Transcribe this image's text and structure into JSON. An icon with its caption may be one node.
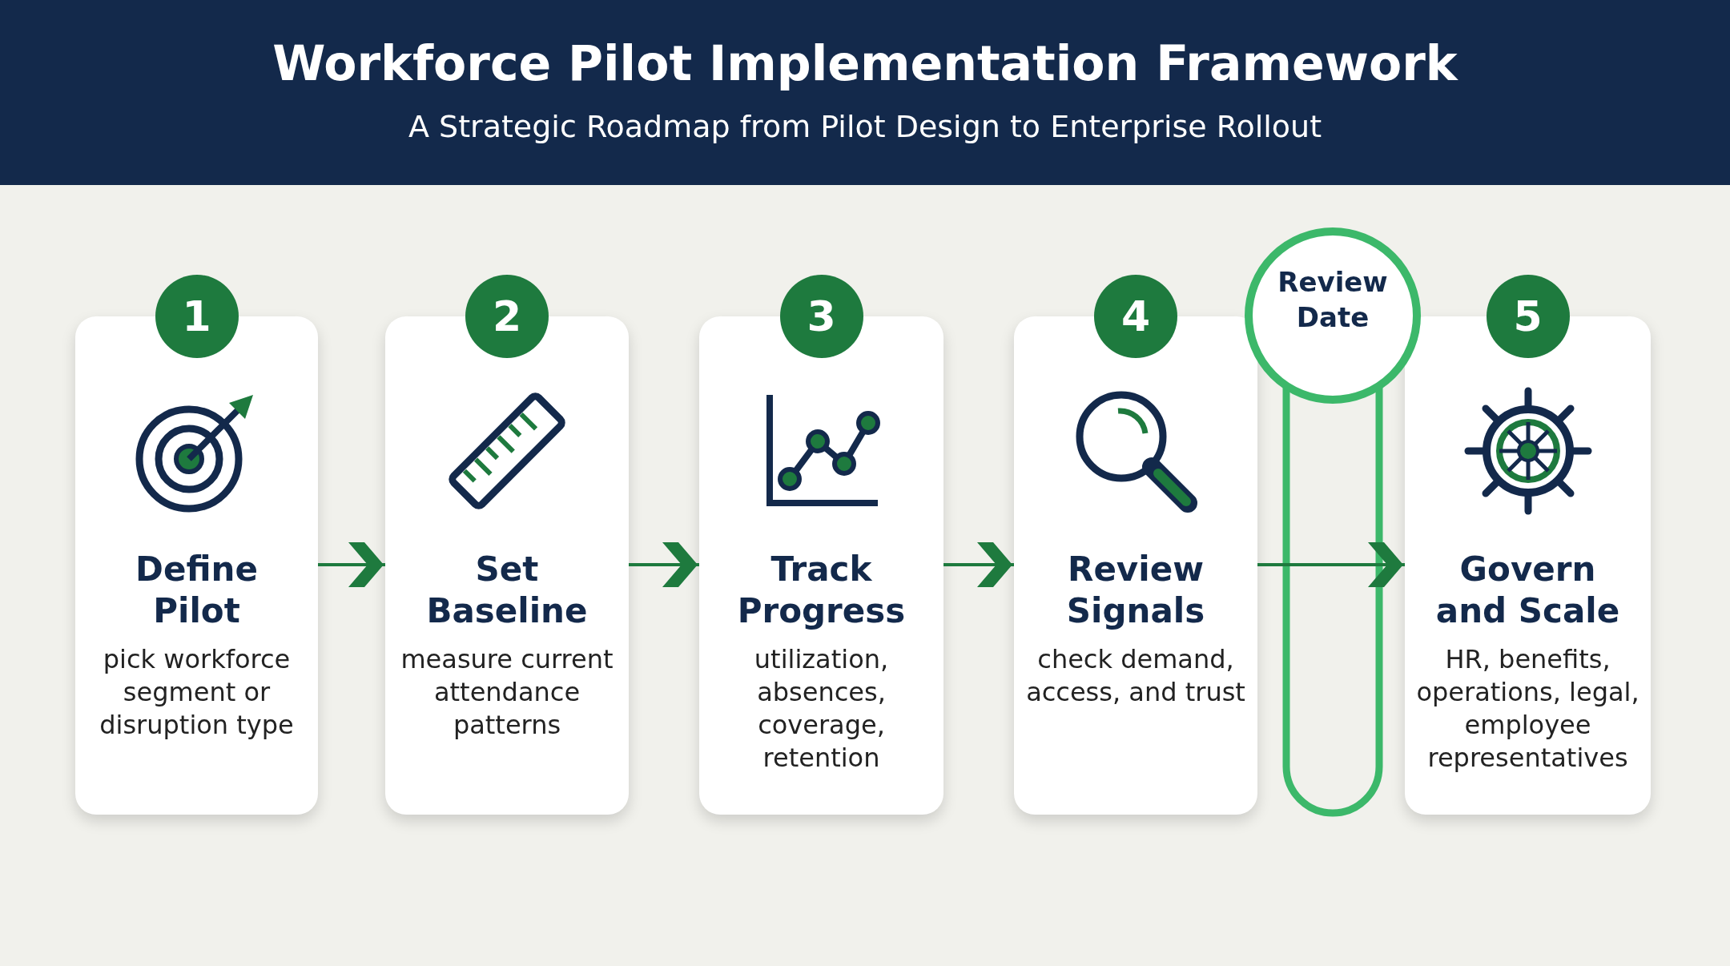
{
  "diagram": {
    "title": "Workforce Pilot Implementation Framework",
    "caption": "A Strategic Roadmap from Pilot Design to Enterprise Rollout",
    "nodes": [
      {
        "text": [
          "1",
          "Define Pilot",
          "pick workforce segment or disruption type"
        ]
      },
      {
        "text": [
          "2",
          "Set Baseline",
          "measure current attendance patterns"
        ]
      },
      {
        "text": [
          "3",
          "Track Progress",
          "utilization, absences, coverage, retention"
        ]
      },
      {
        "text": [
          "4",
          "Review Signals",
          "check demand, access, and trust"
        ]
      },
      {
        "text": [
          "5",
          "Govern and Scale",
          "HR, benefits, operations, legal, employee representatives"
        ]
      },
      {
        "text": [
          "Review Date"
        ]
      }
    ],
    "edges": [
      {
        "from": 0,
        "to": 1,
        "arrow": "to"
      },
      {
        "from": 1,
        "to": 2,
        "arrow": "to"
      },
      {
        "from": 2,
        "to": 3,
        "arrow": "to"
      },
      {
        "from": 3,
        "to": 4,
        "arrow": "to"
      }
    ]
  }
}
